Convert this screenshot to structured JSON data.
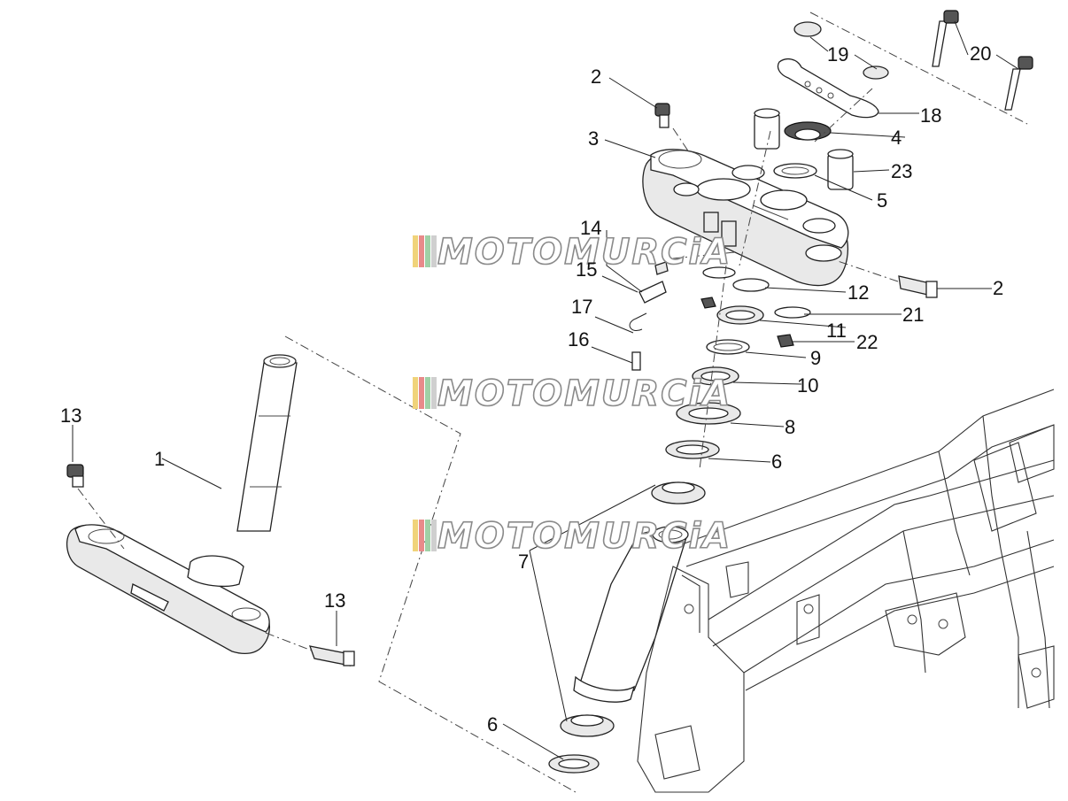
{
  "callouts": [
    {
      "id": "c1",
      "text": "1"
    },
    {
      "id": "c2a",
      "text": "2"
    },
    {
      "id": "c2b",
      "text": "2"
    },
    {
      "id": "c3",
      "text": "3"
    },
    {
      "id": "c4",
      "text": "4"
    },
    {
      "id": "c5",
      "text": "5"
    },
    {
      "id": "c6a",
      "text": "6"
    },
    {
      "id": "c6b",
      "text": "6"
    },
    {
      "id": "c7",
      "text": "7"
    },
    {
      "id": "c8",
      "text": "8"
    },
    {
      "id": "c9",
      "text": "9"
    },
    {
      "id": "c10",
      "text": "10"
    },
    {
      "id": "c11",
      "text": "11"
    },
    {
      "id": "c12",
      "text": "12"
    },
    {
      "id": "c13a",
      "text": "13"
    },
    {
      "id": "c13b",
      "text": "13"
    },
    {
      "id": "c14",
      "text": "14"
    },
    {
      "id": "c15",
      "text": "15"
    },
    {
      "id": "c16",
      "text": "16"
    },
    {
      "id": "c17",
      "text": "17"
    },
    {
      "id": "c18",
      "text": "18"
    },
    {
      "id": "c19",
      "text": "19"
    },
    {
      "id": "c20",
      "text": "20"
    },
    {
      "id": "c21",
      "text": "21"
    },
    {
      "id": "c22",
      "text": "22"
    },
    {
      "id": "c23",
      "text": "23"
    }
  ],
  "watermark": {
    "text": "MOTOMURCiA",
    "stripe_colors": [
      "#f0d37a",
      "#e88a8a",
      "#9fd0a6",
      "#cfcfcf"
    ]
  },
  "colors": {
    "line": "#222222",
    "background": "#ffffff"
  }
}
